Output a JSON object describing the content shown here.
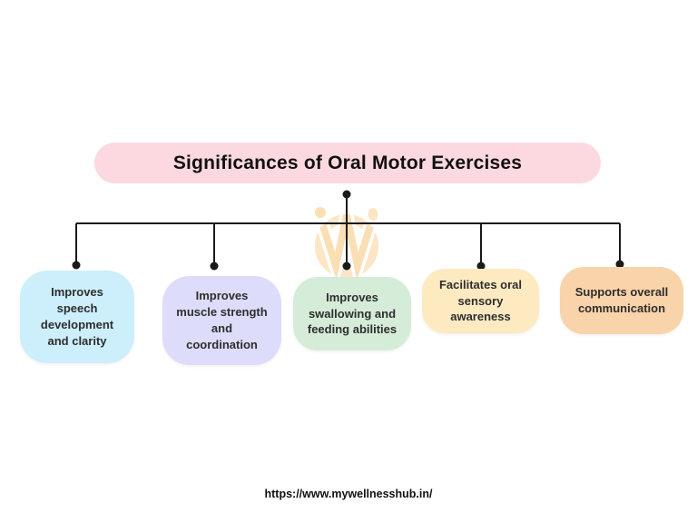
{
  "header": {
    "title": "Significances of Oral Motor Exercises",
    "bg_color": "#fcd9e0"
  },
  "watermark": {
    "name": "my-wellness-hub-logo",
    "color_light": "#fce6c6",
    "color_mid": "#fadfb4"
  },
  "connector": {
    "line_color": "#1a1a1a"
  },
  "nodes": [
    {
      "label": "Improves\nspeech\ndevelopment\nand clarity",
      "bg_color": "#cdeefb"
    },
    {
      "label": "Improves\nmuscle strength\nand\ncoordination",
      "bg_color": "#dddcfa"
    },
    {
      "label": "Improves\nswallowing and\nfeeding abilities",
      "bg_color": "#d5ecd9"
    },
    {
      "label": "Facilitates oral\nsensory\nawareness",
      "bg_color": "#fdeac1"
    },
    {
      "label": "Supports overall\ncommunication",
      "bg_color": "#f9d3a9"
    }
  ],
  "footer": {
    "url_text": "https://www.mywellnesshub.in/"
  }
}
